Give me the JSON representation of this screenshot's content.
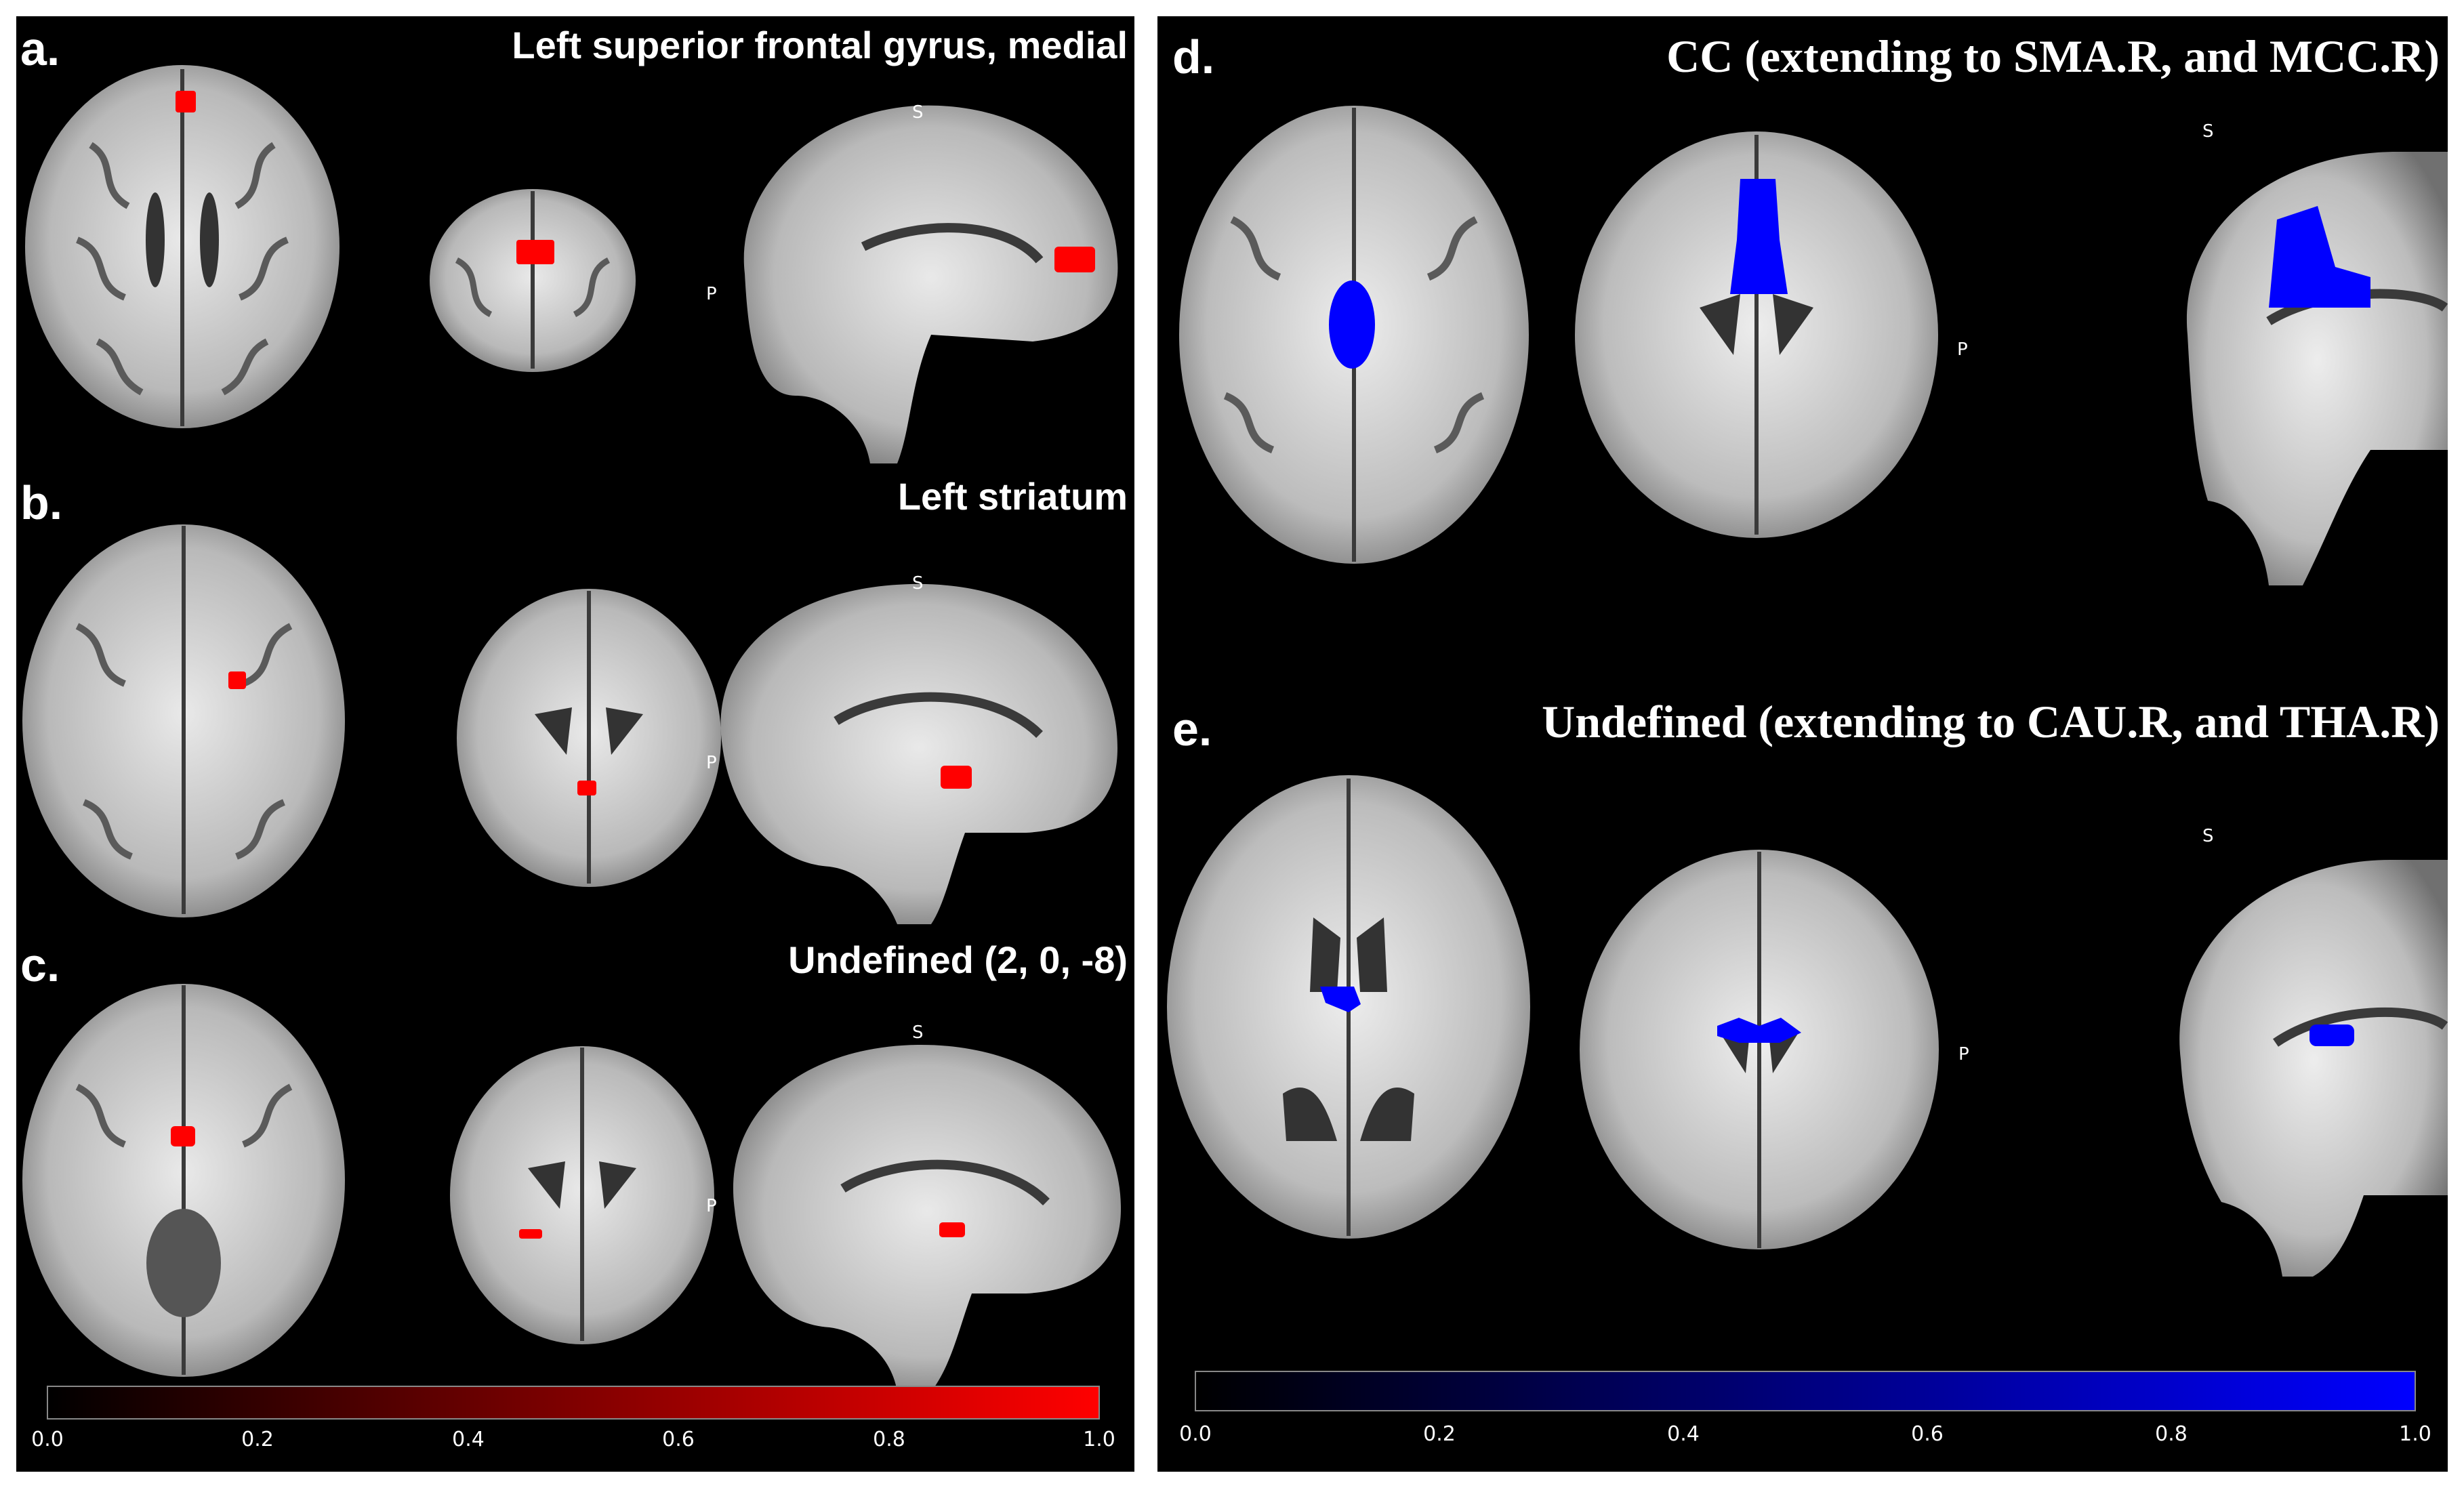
{
  "panels": [
    {
      "rows": [
        {
          "letter": "a.",
          "title": "Left superior frontal gyrus, medial"
        },
        {
          "letter": "b.",
          "title": "Left striatum"
        },
        {
          "letter": "c.",
          "title": "Undefined (2, 0, -8)"
        }
      ],
      "colorbar": {
        "ticks": [
          "0.0",
          "0.2",
          "0.4",
          "0.6",
          "0.8",
          "1.0"
        ],
        "colors": [
          "#000000",
          "#ff0000"
        ]
      }
    },
    {
      "rows": [
        {
          "letter": "d.",
          "title": "CC (extending to SMA.R, and MCC.R)"
        },
        {
          "letter": "e.",
          "title": "Undefined (extending to CAU.R, and THA.R)"
        }
      ],
      "colorbar": {
        "ticks": [
          "0.0",
          "0.2",
          "0.4",
          "0.6",
          "0.8",
          "1.0"
        ],
        "colors": [
          "#000000",
          "#0000ff"
        ]
      }
    }
  ],
  "orientation_labels": {
    "superior": "S",
    "posterior": "P"
  }
}
